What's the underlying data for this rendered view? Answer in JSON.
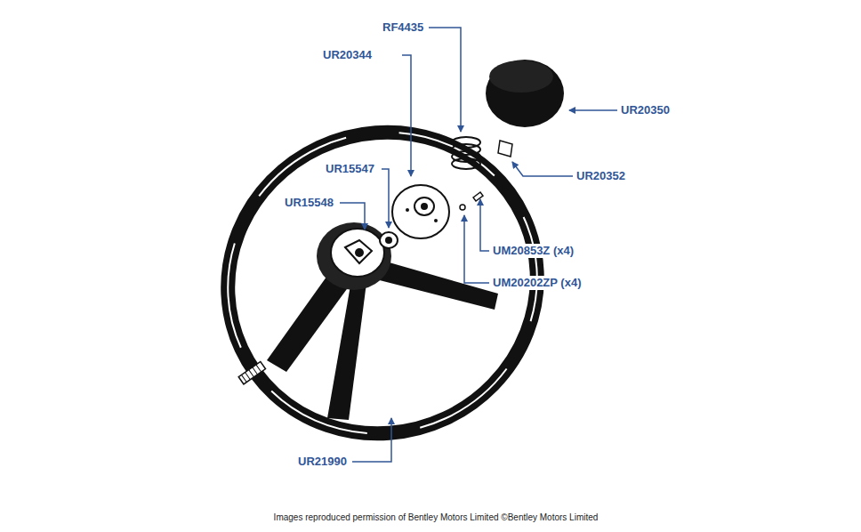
{
  "diagram": {
    "caption": "Images reproduced permission of Bentley Motors Limited ©Bentley Motors Limited",
    "labels": [
      "RF4435",
      "UR20344",
      "UR20350",
      "UR15547",
      "UR20352",
      "UR15548",
      "UM20853Z (x4)",
      "UM20202ZP (x4)",
      "UR21990"
    ]
  }
}
